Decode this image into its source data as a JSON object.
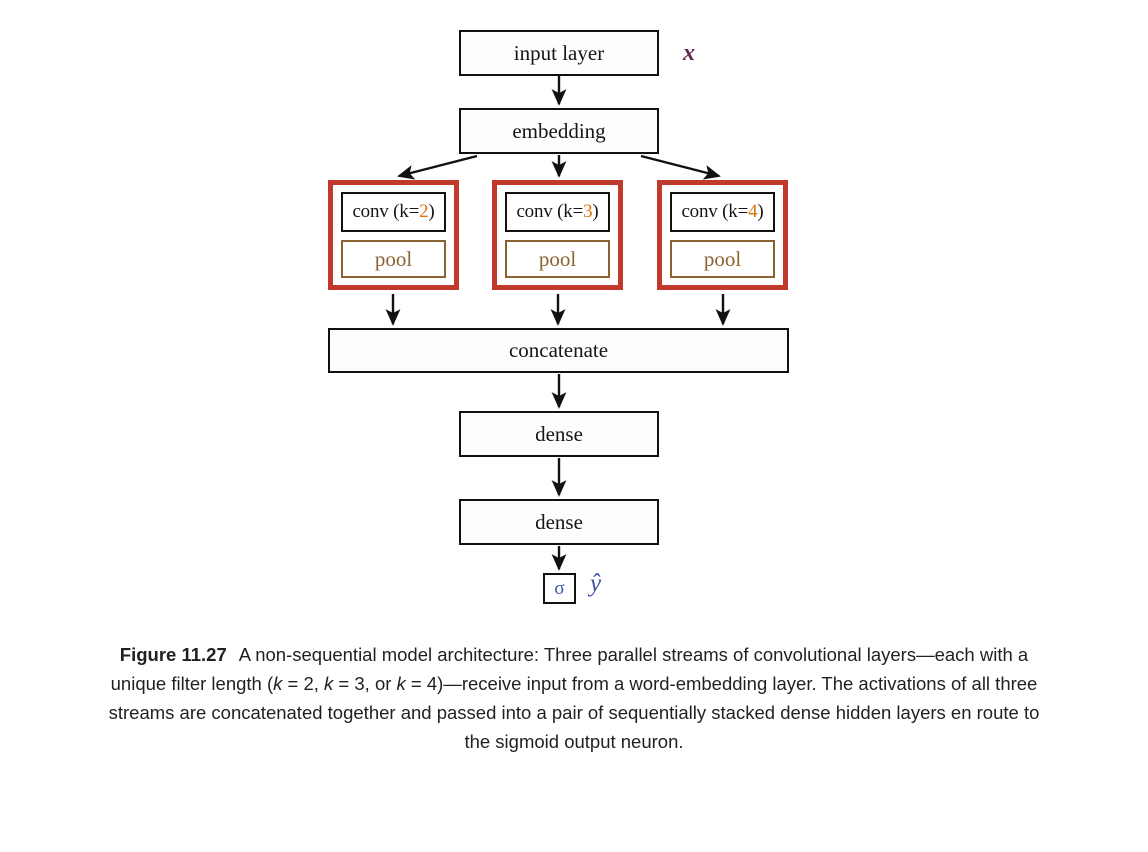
{
  "figure": {
    "nodes": {
      "input": "input layer",
      "embedding": "embedding",
      "concatenate": "concatenate",
      "dense_1": "dense",
      "dense_2": "dense",
      "sigma": "σ"
    },
    "streams": [
      {
        "conv_prefix": "conv (k=",
        "k": "2",
        "conv_suffix": ")",
        "pool": "pool"
      },
      {
        "conv_prefix": "conv (k=",
        "k": "3",
        "conv_suffix": ")",
        "pool": "pool"
      },
      {
        "conv_prefix": "conv (k=",
        "k": "4",
        "conv_suffix": ")",
        "pool": "pool"
      }
    ],
    "labels": {
      "input_variable": "x",
      "output_variable": "ŷ"
    },
    "colors": {
      "stream_border": "#c0392b",
      "pool_border": "#8a6331",
      "pool_text": "#8a6331",
      "k_value": "#d9730a",
      "input_variable": "#5d2a51",
      "output_variable": "#3c54a8",
      "sigma_text": "#3c54a8",
      "node_border": "#111111",
      "arrow": "#111111"
    }
  },
  "caption": {
    "number": "Figure 11.27",
    "line_1": "A non-sequential model architecture: Three parallel streams of",
    "line_2_a": "convolutional layers—each with a unique filter length (",
    "k1": "k",
    "line_2_b": " = 2, ",
    "k2": "k",
    "line_2_c": " = 3, or ",
    "k3": "k",
    "line_2_d": " = 4)—receive",
    "line_3": "input from a word-embedding layer. The activations of all three streams are concatenated",
    "line_4": "together and passed into a pair of sequentially stacked dense hidden layers en route to",
    "line_5": "the sigmoid output neuron."
  }
}
